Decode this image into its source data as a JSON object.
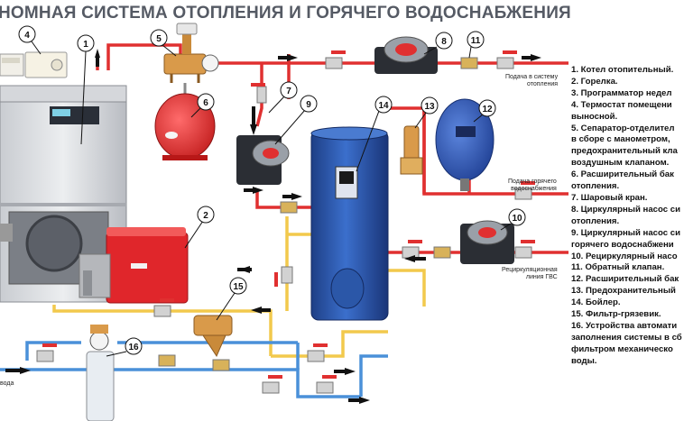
{
  "title": "НОМНАЯ СИСТЕМА ОТОПЛЕНИЯ И ГОРЯЧЕГО ВОДОСНАБЖЕНИЯ",
  "callouts": [
    "1",
    "2",
    "4",
    "5",
    "6",
    "7",
    "8",
    "9",
    "10",
    "11",
    "12",
    "13",
    "14",
    "15",
    "16"
  ],
  "notes": {
    "supply_heating": [
      "Подача в систему",
      "отопления"
    ],
    "supply_hot_water": [
      "Подача горячего",
      "водоснабжения"
    ],
    "recirculation": [
      "Рециркуляционная",
      "линия ГВС"
    ],
    "water_inlet": "вода"
  },
  "legend": [
    "1. Котел отопительный.",
    "2. Горелка.",
    "3. Программатор недел",
    "4. Термостат помещени",
    "выносной.",
    "5. Сепаратор-отделител",
    "в сборе с манометром,",
    "предохранительный кла",
    "воздушным клапаном.",
    "6. Расширительный бак",
    "отопления.",
    "7. Шаровый кран.",
    "8. Циркулярный насос си",
    "отопления.",
    "9. Циркулярный насос си",
    "горячего водоснабжени",
    "10. Рециркулярный насо",
    "11. Обратный клапан.",
    "12. Расширительный бак",
    "13. Предохранительный",
    "14. Бойлер.",
    "15. Фильтр-грязевик.",
    "16. Устройства автомати",
    "заполнения системы в сб",
    "фильтром механическо",
    "воды."
  ],
  "colors": {
    "hot_pipe": "#e03030",
    "warm_pipe": "#f2c94c",
    "cold_pipe": "#4a90d9",
    "boiler_tank": "#2f5fb3",
    "expansion_tank_heating": "#e53935",
    "expansion_tank_water": "#2e5cb8",
    "burner": "#e0262b",
    "title": "#555a64"
  }
}
